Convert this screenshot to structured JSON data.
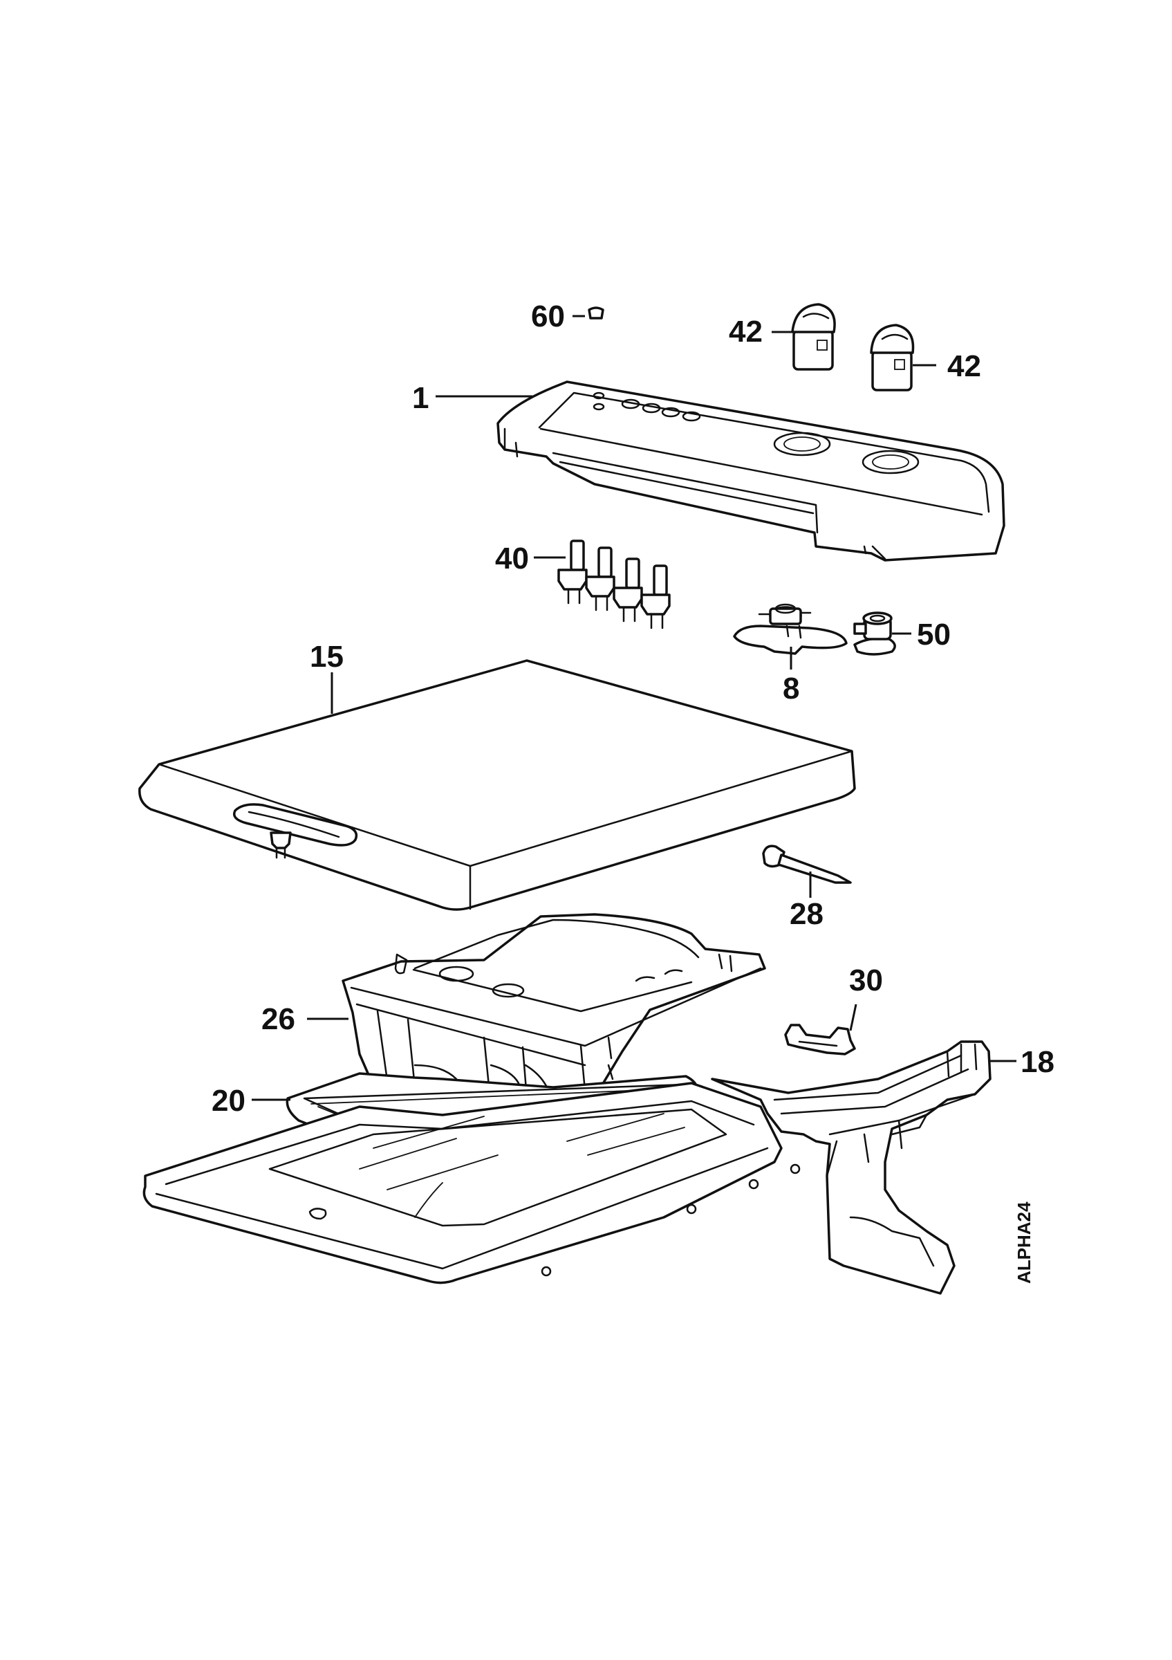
{
  "drawing_code": "ALPHA24",
  "callouts": {
    "c1": "1",
    "c8": "8",
    "c15": "15",
    "c18": "18",
    "c20": "20",
    "c26": "26",
    "c28": "28",
    "c30": "30",
    "c40": "40",
    "c42a": "42",
    "c42b": "42",
    "c50": "50",
    "c60": "60"
  }
}
